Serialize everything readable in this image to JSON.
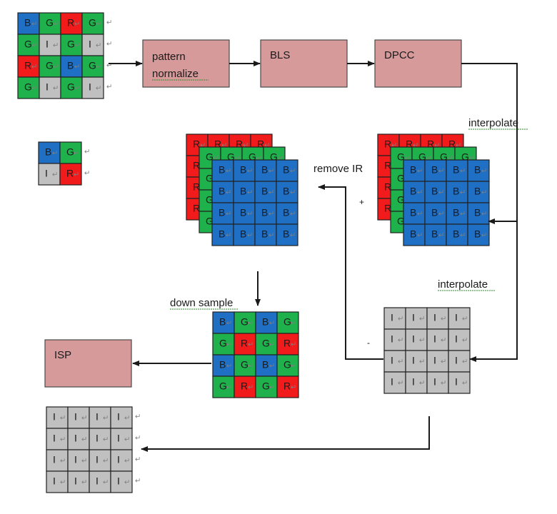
{
  "colors": {
    "B": "#1f6fc5",
    "G": "#1fb14b",
    "R": "#f11b1b",
    "I": "#c0c0c0",
    "box": "#d69a9a",
    "line": "#1a1a1a"
  },
  "para_mark": "↵",
  "grids": {
    "cfa_pattern": [
      [
        "B",
        "G",
        "R",
        "G"
      ],
      [
        "G",
        "I",
        "G",
        "I"
      ],
      [
        "R",
        "G",
        "B",
        "G"
      ],
      [
        "G",
        "I",
        "G",
        "I"
      ]
    ],
    "cfa_unit": [
      [
        "B",
        "G"
      ],
      [
        "I",
        "R"
      ]
    ],
    "stack_left": {
      "red": "R",
      "green": "G",
      "blue": "B"
    },
    "stack_right": {
      "red": "R",
      "green": "G",
      "blue": "B"
    },
    "bayer_out": [
      [
        "B",
        "G",
        "B",
        "G"
      ],
      [
        "G",
        "R",
        "G",
        "R"
      ],
      [
        "B",
        "G",
        "B",
        "G"
      ],
      [
        "G",
        "R",
        "G",
        "R"
      ]
    ],
    "ir_mid": [
      [
        "I",
        "I",
        "I",
        "I"
      ],
      [
        "I",
        "I",
        "I",
        "I"
      ],
      [
        "I",
        "I",
        "I",
        "I"
      ],
      [
        "I",
        "I",
        "I",
        "I"
      ]
    ],
    "ir_out": [
      [
        "I",
        "I",
        "I",
        "I"
      ],
      [
        "I",
        "I",
        "I",
        "I"
      ],
      [
        "I",
        "I",
        "I",
        "I"
      ],
      [
        "I",
        "I",
        "I",
        "I"
      ]
    ]
  },
  "boxes": {
    "pattern_normalize": [
      "pattern",
      "normalize"
    ],
    "bls": "BLS",
    "dpcc": "DPCC",
    "isp": "ISP"
  },
  "labels": {
    "interpolate_top": "interpolate",
    "remove_ir": "remove IR",
    "plus": "+",
    "interpolate_mid": "interpolate",
    "down_sample": "down sample",
    "minus": "-"
  }
}
